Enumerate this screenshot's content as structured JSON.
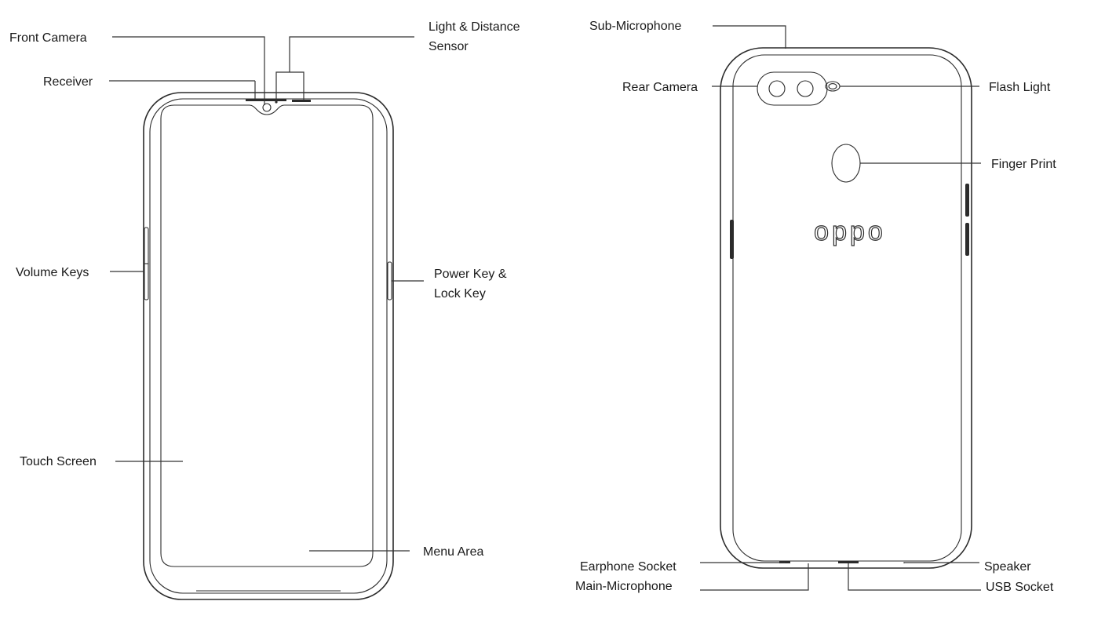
{
  "front": {
    "labels": {
      "front_camera": "Front Camera",
      "receiver": "Receiver",
      "light_sensor_line1": "Light & Distance",
      "light_sensor_line2": "Sensor",
      "volume_keys": "Volume Keys",
      "power_key_line1": "Power Key &",
      "power_key_line2": "Lock Key",
      "touch_screen": "Touch Screen",
      "menu_area": "Menu Area"
    }
  },
  "back": {
    "brand_logo": "oppo",
    "labels": {
      "sub_microphone": "Sub-Microphone",
      "rear_camera": "Rear Camera",
      "flash_light": "Flash Light",
      "finger_print": "Finger Print",
      "earphone_socket": "Earphone Socket",
      "main_microphone": "Main-Microphone",
      "speaker": "Speaker",
      "usb_socket": "USB Socket"
    }
  },
  "colors": {
    "line": "#2b2b2b",
    "text": "#1a1a1a",
    "background": "#ffffff"
  }
}
